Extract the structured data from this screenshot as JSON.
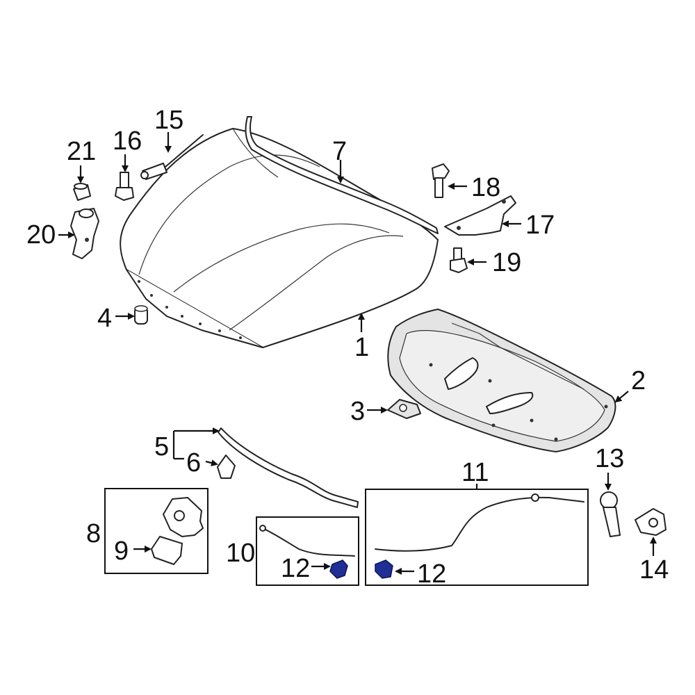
{
  "callouts": {
    "c1": "1",
    "c2": "2",
    "c3": "3",
    "c4": "4",
    "c5": "5",
    "c6": "6",
    "c7": "7",
    "c8": "8",
    "c9": "9",
    "c10": "10",
    "c11": "11",
    "c12a": "12",
    "c12b": "12",
    "c13": "13",
    "c14": "14",
    "c15": "15",
    "c16": "16",
    "c17": "17",
    "c18": "18",
    "c19": "19",
    "c20": "20",
    "c21": "21"
  },
  "colors": {
    "highlight": "#1f2f96",
    "line": "#111111"
  }
}
